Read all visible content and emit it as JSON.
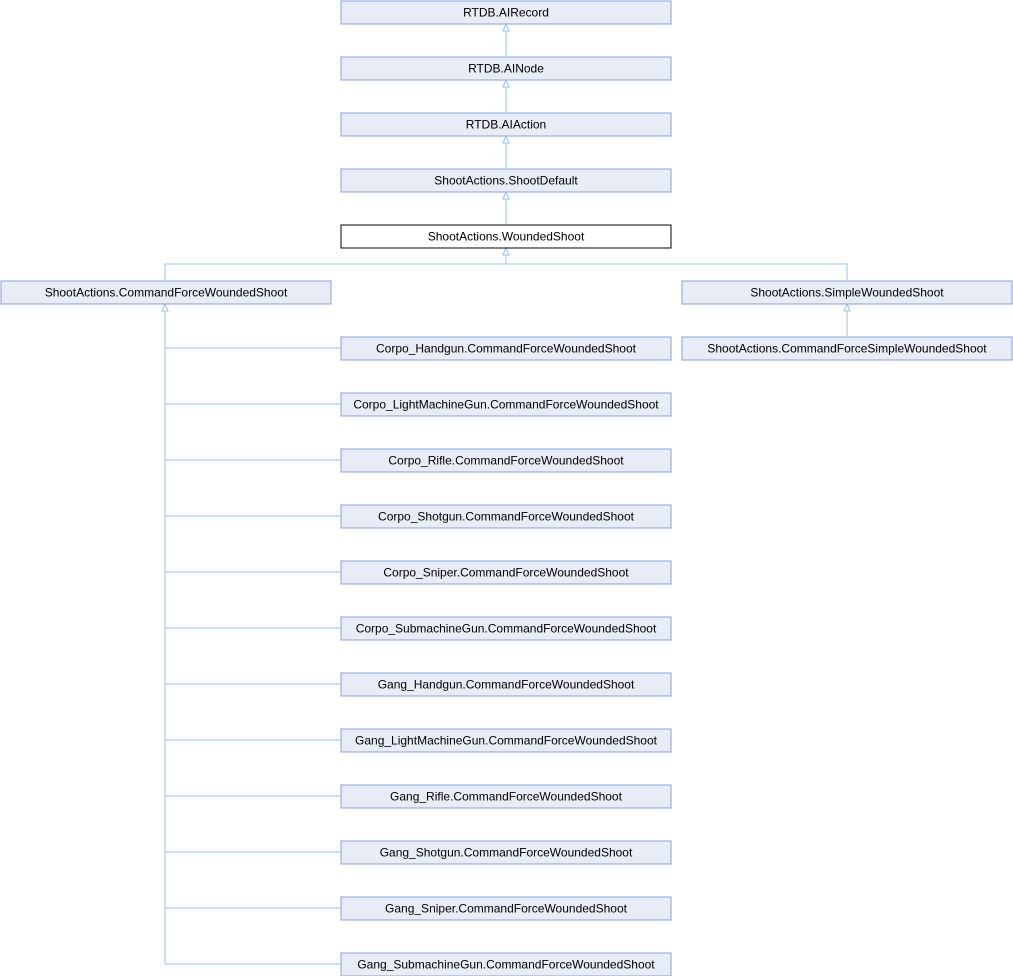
{
  "diagram": {
    "nodes": {
      "airecord": "RTDB.AIRecord",
      "ainode": "RTDB.AINode",
      "aiaction": "RTDB.AIAction",
      "shootdefault": "ShootActions.ShootDefault",
      "woundedshoot": "ShootActions.WoundedShoot",
      "commandforcewoundedshoot": "ShootActions.CommandForceWoundedShoot",
      "simplewoundedshoot": "ShootActions.SimpleWoundedShoot",
      "commandforcesimplewoundedshoot": "ShootActions.CommandForceSimpleWoundedShoot",
      "corpo_handgun": "Corpo_Handgun.CommandForceWoundedShoot",
      "corpo_lmg": "Corpo_LightMachineGun.CommandForceWoundedShoot",
      "corpo_rifle": "Corpo_Rifle.CommandForceWoundedShoot",
      "corpo_shotgun": "Corpo_Shotgun.CommandForceWoundedShoot",
      "corpo_sniper": "Corpo_Sniper.CommandForceWoundedShoot",
      "corpo_smg": "Corpo_SubmachineGun.CommandForceWoundedShoot",
      "gang_handgun": "Gang_Handgun.CommandForceWoundedShoot",
      "gang_lmg": "Gang_LightMachineGun.CommandForceWoundedShoot",
      "gang_rifle": "Gang_Rifle.CommandForceWoundedShoot",
      "gang_shotgun": "Gang_Shotgun.CommandForceWoundedShoot",
      "gang_sniper": "Gang_Sniper.CommandForceWoundedShoot",
      "gang_smg": "Gang_SubmachineGun.CommandForceWoundedShoot"
    }
  }
}
